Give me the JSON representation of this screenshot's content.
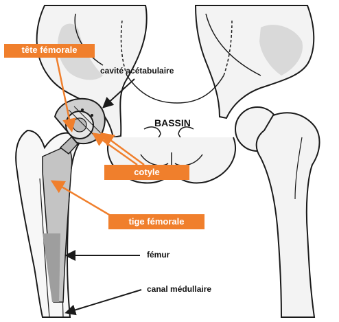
{
  "colors": {
    "accent_orange": "#f07f2c",
    "line_black": "#1a1a1a",
    "bone_shading": "#d9d9d9",
    "implant_grey": "#b8b8b8"
  },
  "labels": {
    "tete_femorale": "tête fémorale",
    "cavite_acetabulaire": "cavité acétabulaire",
    "bassin": "BASSIN",
    "cotyle": "cotyle",
    "tige_femorale": "tige fémorale",
    "femur": "fémur",
    "canal_medullaire": "canal médullaire"
  }
}
